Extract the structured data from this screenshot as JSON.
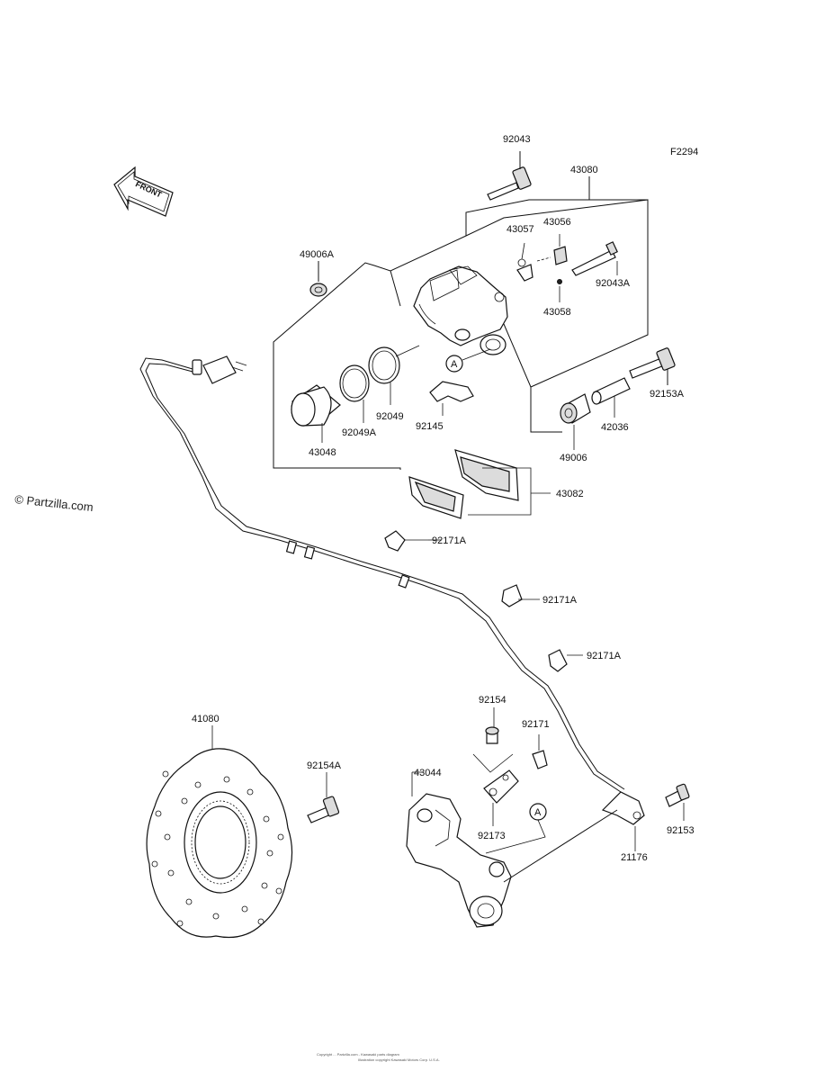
{
  "figure_code": "F2294",
  "watermark": "© Partzilla.com",
  "front_label": "FRONT",
  "footer_lines": [
    "Copyright ... Partzilla.com - Kawasaki parts diagram",
    "Illustration copyright Kawasaki Motors Corp. U.S.A."
  ],
  "callouts": {
    "c92043": "92043",
    "c43080": "43080",
    "c43057": "43057",
    "c43056": "43056",
    "c92043A": "92043A",
    "c49006A": "49006A",
    "c43058": "43058",
    "cA1": "A",
    "c92153A": "92153A",
    "c92049": "92049",
    "c92049A": "92049A",
    "c92145": "92145",
    "c42036": "42036",
    "c43048": "43048",
    "c49006": "49006",
    "c43082": "43082",
    "c92171A_1": "92171A",
    "c92171A_2": "92171A",
    "c92171A_3": "92171A",
    "c92154": "92154",
    "c92171": "92171",
    "c41080": "41080",
    "c92154A": "92154A",
    "c43044": "43044",
    "cA2": "A",
    "c92173": "92173",
    "c92153": "92153",
    "c21176": "21176"
  }
}
